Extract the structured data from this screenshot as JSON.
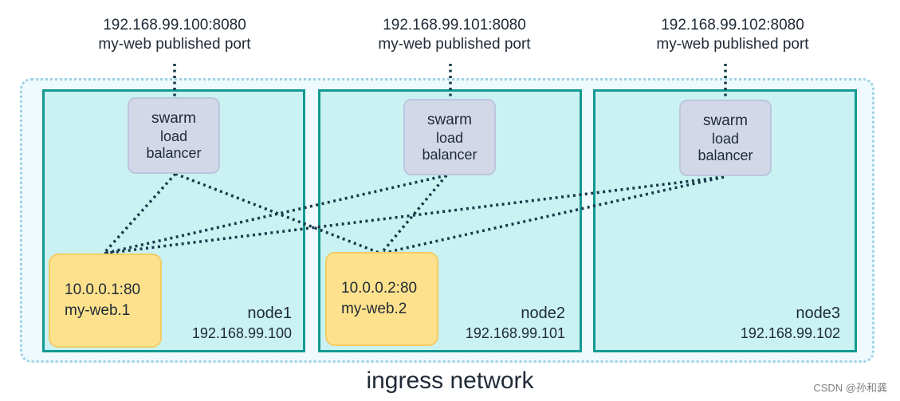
{
  "ports": [
    {
      "address": "192.168.99.100:8080",
      "caption": "my-web published port"
    },
    {
      "address": "192.168.99.101:8080",
      "caption": "my-web published port"
    },
    {
      "address": "192.168.99.102:8080",
      "caption": "my-web published port"
    }
  ],
  "nodes": [
    {
      "name": "node1",
      "ip": "192.168.99.100",
      "lb": [
        "swarm",
        "load",
        "balancer"
      ]
    },
    {
      "name": "node2",
      "ip": "192.168.99.101",
      "lb": [
        "swarm",
        "load",
        "balancer"
      ]
    },
    {
      "name": "node3",
      "ip": "192.168.99.102",
      "lb": [
        "swarm",
        "load",
        "balancer"
      ]
    }
  ],
  "tasks": [
    {
      "address": "10.0.0.1:80",
      "name": "my-web.1"
    },
    {
      "address": "10.0.0.2:80",
      "name": "my-web.2"
    }
  ],
  "network": {
    "title": "ingress network"
  },
  "watermark": "CSDN @孙和龚",
  "colors": {
    "node_fill": "#caf2f2",
    "node_border": "#139a92",
    "lb_fill": "#d3d8e8",
    "task_fill": "#fde18d",
    "link": "#173a4a"
  }
}
